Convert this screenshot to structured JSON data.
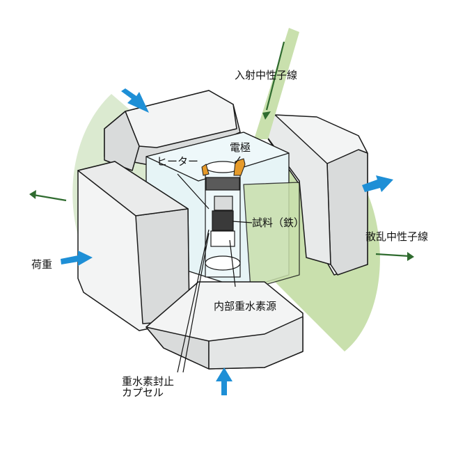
{
  "labels": {
    "incident_neutron": "入射中性子線",
    "electrode": "電極",
    "heater": "ヒーター",
    "sample": "試料（鉄）",
    "scattered_neutron": "散乱中性子線",
    "load": "荷重",
    "internal_deuterium_source": "内部重水素源",
    "capsule_line1": "重水素封止",
    "capsule_line2": "カプセル"
  },
  "colors": {
    "anvil_face": "#f3f4f4",
    "anvil_side": "#d9dbdb",
    "anvil_stroke": "#1a1a1a",
    "beam_green": "#c9e0ad",
    "beam_green_light": "#dbead0",
    "arrow_blue": "#1e8fd6",
    "arrow_green": "#2f6b2f",
    "electrode_orange": "#e59a2a",
    "cell_blue": "#e6f4f6",
    "sample_dark": "#3a3a3a"
  },
  "icons": {
    "load_arrow": "blue-arrow-icon",
    "beam_arrow": "green-arrow-icon"
  }
}
